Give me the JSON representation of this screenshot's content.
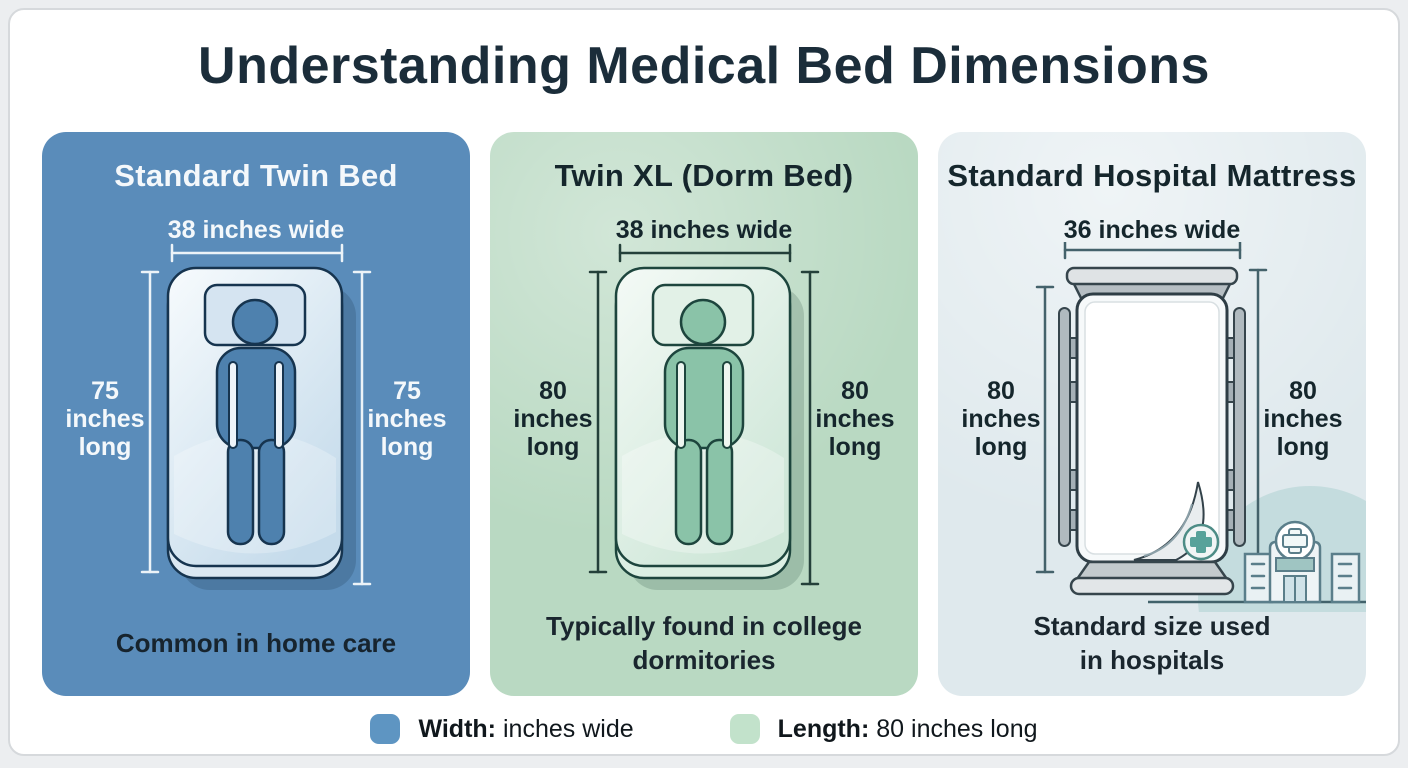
{
  "title": "Understanding Medical Bed Dimensions",
  "panels": [
    {
      "title": "Standard Twin Bed",
      "width_label": "38 inches wide",
      "length_lines": [
        "75",
        "inches",
        "long"
      ],
      "caption": "Common in home care",
      "bg": "#5a8cba"
    },
    {
      "title": "Twin XL (Dorm Bed)",
      "width_label": "38 inches wide",
      "length_lines": [
        "80",
        "inches",
        "long"
      ],
      "caption": "Typically found in college\ndormitories",
      "bg": "#b9d9c2"
    },
    {
      "title": "Standard Hospital Mattress",
      "width_label": "36 inches wide",
      "length_lines": [
        "80",
        "inches",
        "long"
      ],
      "caption": "Standard size used\nin hospitals",
      "bg": "#dfe9ed"
    }
  ],
  "legend": {
    "items": [
      {
        "label": "Width:",
        "text": "inches wide",
        "swatch": "#5e95c2"
      },
      {
        "label": "Length:",
        "text": "80 inches long",
        "swatch": "#c2e2cb"
      }
    ]
  },
  "colors": {
    "title_text": "#1b2d3a",
    "panel1_bg": "#5a8cba",
    "panel2_bg": "#b9d9c2",
    "panel3_bg": "#dfe9ed"
  }
}
